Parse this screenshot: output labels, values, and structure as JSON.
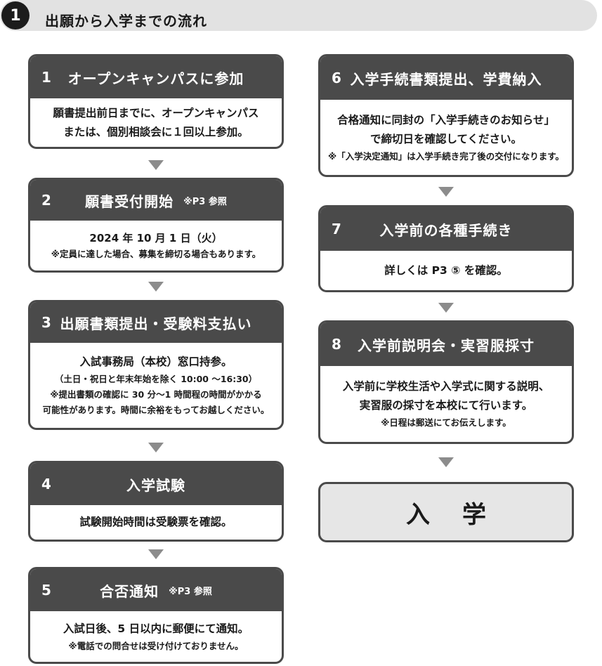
{
  "header": {
    "number": "1",
    "title": "出願から入学までの流れ"
  },
  "steps": [
    {
      "num": "1",
      "title": "オープンキャンパスに参加",
      "ref": "",
      "lines": [
        {
          "text": "願書提出前日までに、オープンキャンパス",
          "style": "main"
        },
        {
          "text": "または、個別相談会に１回以上参加。",
          "style": "main"
        }
      ]
    },
    {
      "num": "2",
      "title": "願書受付開始",
      "ref": "※P3 参照",
      "lines": [
        {
          "text": "2024 年 10 月 1 日（火）",
          "style": "big"
        },
        {
          "text": "※定員に達した場合、募集を締切る場合もあります。",
          "style": "sub"
        }
      ]
    },
    {
      "num": "3",
      "title": "出願書類提出・受験料支払い",
      "ref": "",
      "lines": [
        {
          "text": "入試事務局（本校）窓口持参。",
          "style": "main"
        },
        {
          "text": "（土日・祝日と年末年始を除く 10:00 〜16:30）",
          "style": "sub"
        },
        {
          "text": "※提出書類の確認に 30 分〜1 時間程の時間がかかる",
          "style": "sub"
        },
        {
          "text": "可能性があります。時間に余裕をもってお越しください。",
          "style": "sub"
        }
      ]
    },
    {
      "num": "4",
      "title": "入学試験",
      "ref": "",
      "lines": [
        {
          "text": "試験開始時間は受験票を確認。",
          "style": "main"
        }
      ]
    },
    {
      "num": "5",
      "title": "合否通知",
      "ref": "※P3 参照",
      "lines": [
        {
          "text": "入試日後、5 日以内に郵便にて通知。",
          "style": "main"
        },
        {
          "text": "※電話での問合せは受け付けておりません。",
          "style": "sub"
        }
      ]
    },
    {
      "num": "6",
      "title": "入学手続書類提出、学費納入",
      "ref": "",
      "lines": [
        {
          "text": "合格通知に同封の「入学手続きのお知らせ」",
          "style": "main"
        },
        {
          "text": "で締切日を確認してください。",
          "style": "main"
        },
        {
          "text": "※「入学決定通知」は入学手続き完了後の交付になります。",
          "style": "sub"
        }
      ]
    },
    {
      "num": "7",
      "title": "入学前の各種手続き",
      "ref": "",
      "lines": [
        {
          "text": "詳しくは P3 ⑤ を確認。",
          "style": "main"
        }
      ]
    },
    {
      "num": "8",
      "title": "入学前説明会・実習服採寸",
      "ref": "",
      "lines": [
        {
          "text": "入学前に学校生活や入学式に関する説明、",
          "style": "main"
        },
        {
          "text": "実習服の採寸を本校にて行います。",
          "style": "main"
        },
        {
          "text": "※日程は郵送にてお伝えします。",
          "style": "sub"
        }
      ]
    }
  ],
  "final": {
    "label": "入学"
  },
  "colors": {
    "header_bg": "#e2e2e2",
    "step_head": "#4a4a4a",
    "arrow": "#8c8c8c",
    "final_bg": "#e6e6e6"
  }
}
